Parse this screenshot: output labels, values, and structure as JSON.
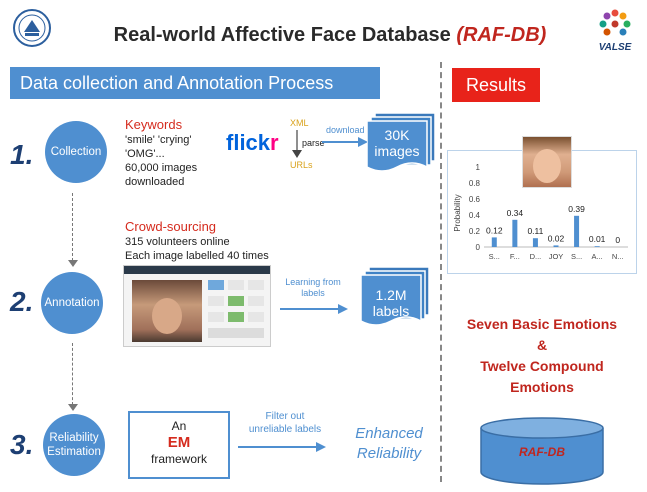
{
  "header": {
    "title_main": "Real-world Affective Face Database ",
    "title_highlight": "(RAF-DB)",
    "logo_right_text": "VALSE"
  },
  "sections": {
    "data_collection": "Data collection and Annotation Process",
    "results": "Results"
  },
  "steps": [
    {
      "number": "1.",
      "label": "Collection"
    },
    {
      "number": "2.",
      "label": "Annotation"
    },
    {
      "number": "3.",
      "label_line1": "Reliability",
      "label_line2": "Estimation"
    }
  ],
  "collection": {
    "keywords_title": "Keywords",
    "keywords_line1": "'smile' 'crying'",
    "keywords_line2": "'OMG'...",
    "keywords_line3": "60,000 images",
    "keywords_line4": "downloaded",
    "flickr_part1": "flick",
    "flickr_part2": "r",
    "xml": "XML",
    "parse": "parse",
    "urls": "URLs",
    "download": "download",
    "stack_line1": "30K",
    "stack_line2": "images"
  },
  "annotation": {
    "title": "Crowd-sourcing",
    "line1": "315 volunteers online",
    "line2": "Each image labelled 40 times",
    "learning_line1": "Learning from",
    "learning_line2": "labels",
    "stack_line1": "1.2M",
    "stack_line2": "labels"
  },
  "reliability": {
    "box_line1": "An",
    "box_line2": "EM",
    "box_line3": "framework",
    "filter_line1": "Filter out",
    "filter_line2": "unreliable labels",
    "result_line1": "Enhanced",
    "result_line2": "Reliability"
  },
  "results": {
    "line1": "Seven Basic Emotions",
    "line2": "&",
    "line3": "Twelve Compound",
    "line4": "Emotions",
    "db_label": "RAF-DB"
  },
  "chart_data": {
    "type": "bar",
    "ylabel": "Probability",
    "ylim": [
      0,
      1
    ],
    "yticks": [
      "0",
      "0.2",
      "0.4",
      "0.6",
      "0.8",
      "1"
    ],
    "categories": [
      "S...",
      "F...",
      "D...",
      "JOY",
      "S...",
      "A...",
      "N..."
    ],
    "values": [
      0.12,
      0.34,
      0.11,
      0.02,
      0.39,
      0.01,
      0
    ],
    "value_labels": [
      "0.12",
      "0.34",
      "0.11",
      "0.02",
      "0.39",
      "0.01",
      "0"
    ],
    "color": "#4f8fd0",
    "grid": false
  }
}
